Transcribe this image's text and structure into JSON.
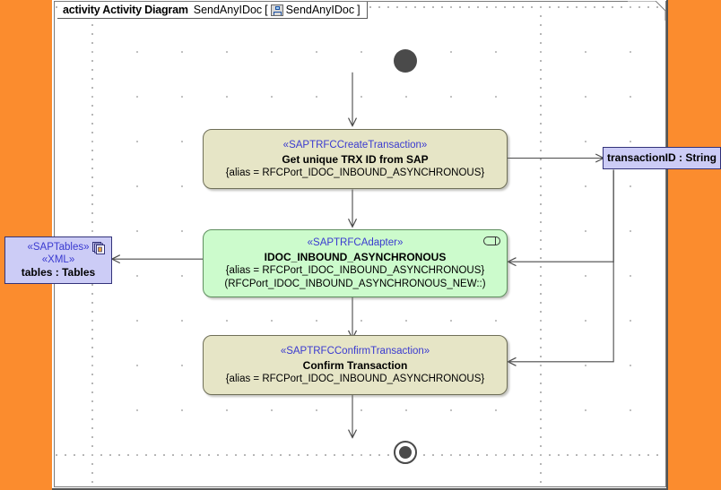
{
  "frame": {
    "keyword": "activity Activity Diagram",
    "name": "SendAnyIDoc",
    "bracket_open": "[",
    "bracket_close": "]",
    "inner_name": "SendAnyIDoc",
    "icon": "activity-diagram-icon"
  },
  "colors": {
    "background": "#fb8c2e",
    "canvas": "#ffffff",
    "action_beige": "#e6e5c6",
    "action_green": "#ccfbcc",
    "object_lavender": "#ccccf6",
    "stereotype_text": "#3a3ad0",
    "control_node": "#4a4a4a"
  },
  "nodes": {
    "initial": {
      "name": "initial-node"
    },
    "final": {
      "name": "activity-final-node"
    },
    "create_transaction": {
      "stereotype": "«SAPTRFCCreateTransaction»",
      "name": "Get unique TRX ID from SAP",
      "property": "{alias = RFCPort_IDOC_INBOUND_ASYNCHRONOUS}"
    },
    "adapter": {
      "stereotype": "«SAPTRFCAdapter»",
      "name": "IDOC_INBOUND_ASYNCHRONOUS",
      "property1": "{alias = RFCPort_IDOC_INBOUND_ASYNCHRONOUS}",
      "property2": "(RFCPort_IDOC_INBOUND_ASYNCHRONOUS_NEW::)",
      "icon": "rake-port-icon"
    },
    "confirm_transaction": {
      "stereotype": "«SAPTRFCConfirmTransaction»",
      "name": "Confirm Transaction",
      "property": "{alias = RFCPort_IDOC_INBOUND_ASYNCHRONOUS}"
    }
  },
  "objects": {
    "transaction_id": {
      "label": "transactionID : String"
    },
    "tables": {
      "stereotype1": "«SAPTables»",
      "stereotype2": "«XML»",
      "label": "tables : Tables",
      "icon": "multi-instance-stack-icon"
    }
  }
}
